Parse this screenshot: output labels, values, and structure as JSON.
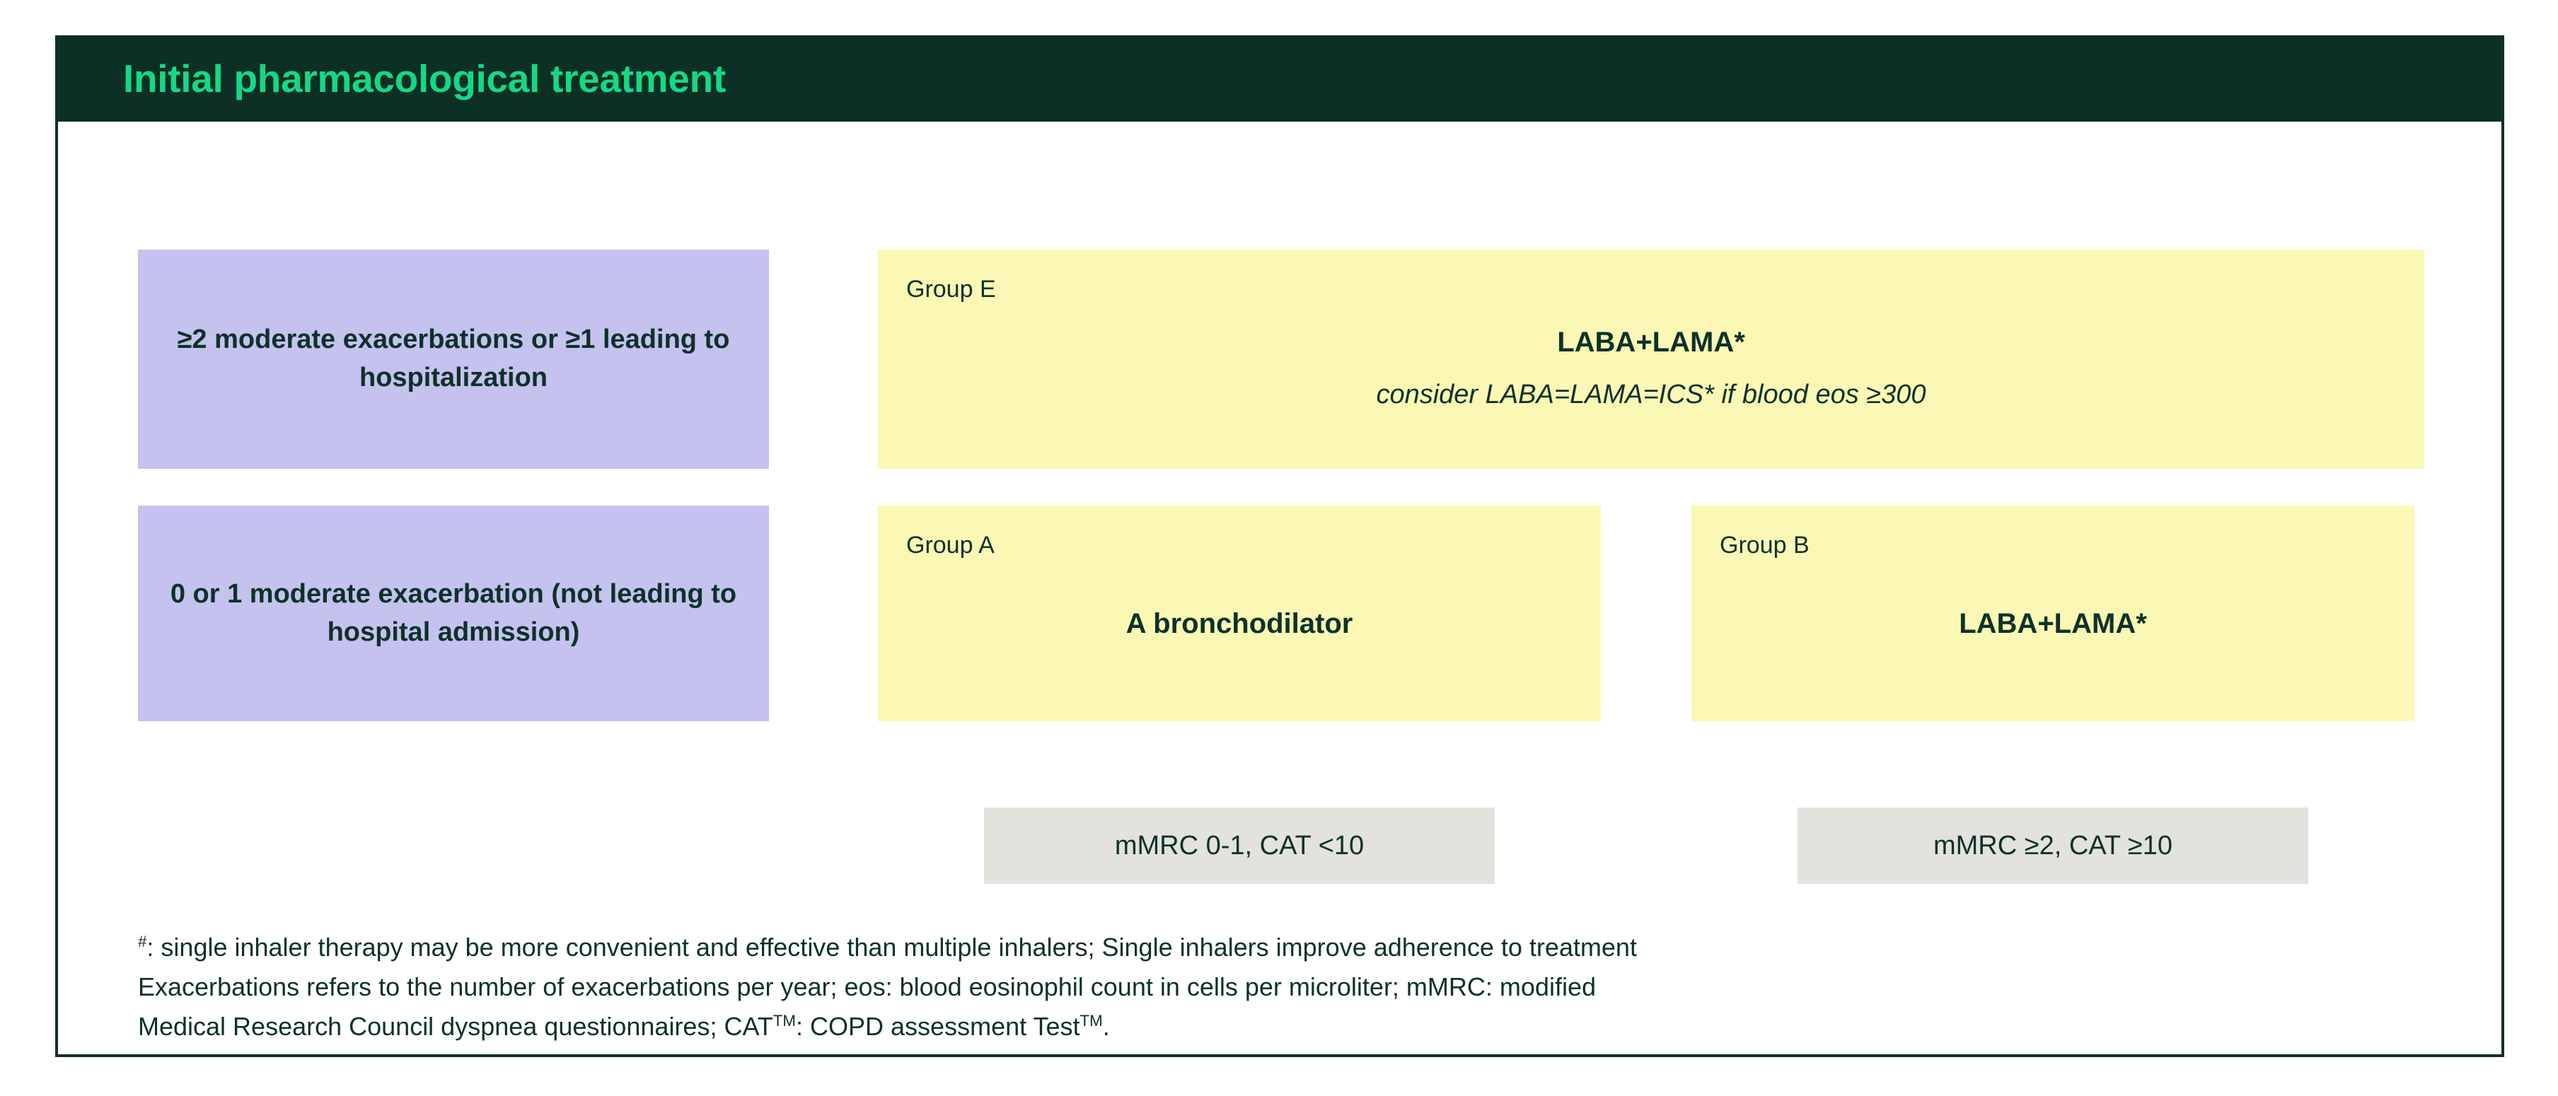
{
  "header": {
    "title": "Initial pharmacological treatment",
    "band_color": "#0C2F26",
    "title_color": "#14D984"
  },
  "colors": {
    "purple_box": "#C5C2EF",
    "yellow_box": "#FAF8B4",
    "grey_box": "#E3E2DD",
    "text_dark": "#0E312A",
    "frame_border": "#0E312A"
  },
  "criteria": [
    {
      "id": "high-exacerbation-risk",
      "text": "≥2 moderate exacerbations or ≥1 leading to hospitalization"
    },
    {
      "id": "low-exacerbation-risk",
      "text": "0 or 1 moderate exacerbation (not leading to hospital admission)"
    }
  ],
  "treatment_groups": [
    {
      "id": "group-e",
      "label": "Group E",
      "primary": "LABA+LAMA*",
      "secondary": "consider LABA=LAMA=ICS* if blood eos ≥300"
    },
    {
      "id": "group-a",
      "label": "Group A",
      "primary": "A bronchodilator",
      "secondary": ""
    },
    {
      "id": "group-b",
      "label": "Group B",
      "primary": "LABA+LAMA*",
      "secondary": ""
    }
  ],
  "symptom_bands": [
    {
      "id": "low-symptoms",
      "text": "mMRC 0-1, CAT <10"
    },
    {
      "id": "high-symptoms",
      "text": "mMRC ≥2, CAT ≥10"
    }
  ],
  "footnote": {
    "line1_marker": "#",
    "line1": ": single inhaler therapy may be more convenient and effective than multiple inhalers; Single inhalers improve adherence to treatment",
    "line2": "Exacerbations refers to the number of exacerbations per year; eos: blood eosinophil count in cells per microliter; mMRC: modified",
    "line3_a": "Medical Research Council dyspnea questionnaires; CAT",
    "line3_sup1": "TM",
    "line3_b": ": COPD assessment Test",
    "line3_sup2": "TM",
    "line3_c": "."
  }
}
